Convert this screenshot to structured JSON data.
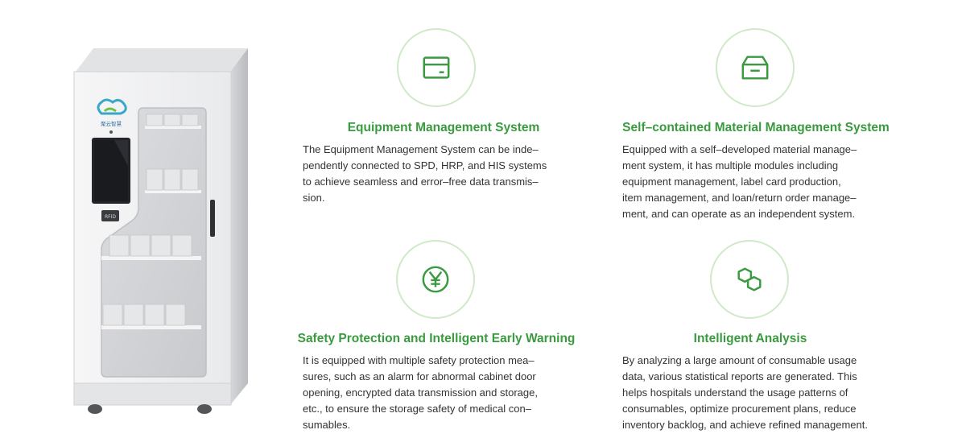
{
  "cabinet": {
    "brand_text": "聚云智慧",
    "reader_label": "RFID"
  },
  "features": [
    {
      "title": "Equipment Management System",
      "icon": "card-icon",
      "desc_lines": [
        "The Equipment Management System can be inde–",
        "pendently connected to SPD, HRP, and HIS systems",
        "to achieve seamless and error–free data transmis–",
        "sion."
      ]
    },
    {
      "title": "Self–contained Material Management System",
      "icon": "box-icon",
      "desc_lines": [
        "Equipped with a self–developed material manage–",
        "ment system, it has multiple modules including",
        "equipment management, label card production,",
        "item management, and loan/return order manage–",
        "ment, and can operate as an independent system."
      ]
    },
    {
      "title": "Safety Protection and Intelligent Early Warning",
      "icon": "yen-icon",
      "desc_lines": [
        "It is equipped with multiple safety protection mea–",
        "sures, such as an alarm for abnormal cabinet door",
        "opening, encrypted data transmission and storage,",
        "etc., to ensure the storage safety of medical con–",
        "sumables."
      ]
    },
    {
      "title": "Intelligent Analysis",
      "icon": "linked-hexagons-icon",
      "desc_lines": [
        "By analyzing a large amount of consumable usage",
        "data, various statistical reports are generated. This",
        "helps hospitals understand the usage patterns of",
        "consumables, optimize procurement plans, reduce",
        "inventory backlog, and achieve refined management."
      ]
    }
  ],
  "colors": {
    "accent": "#3a9a3f",
    "ring": "#cfe9c9",
    "text": "#333333"
  }
}
